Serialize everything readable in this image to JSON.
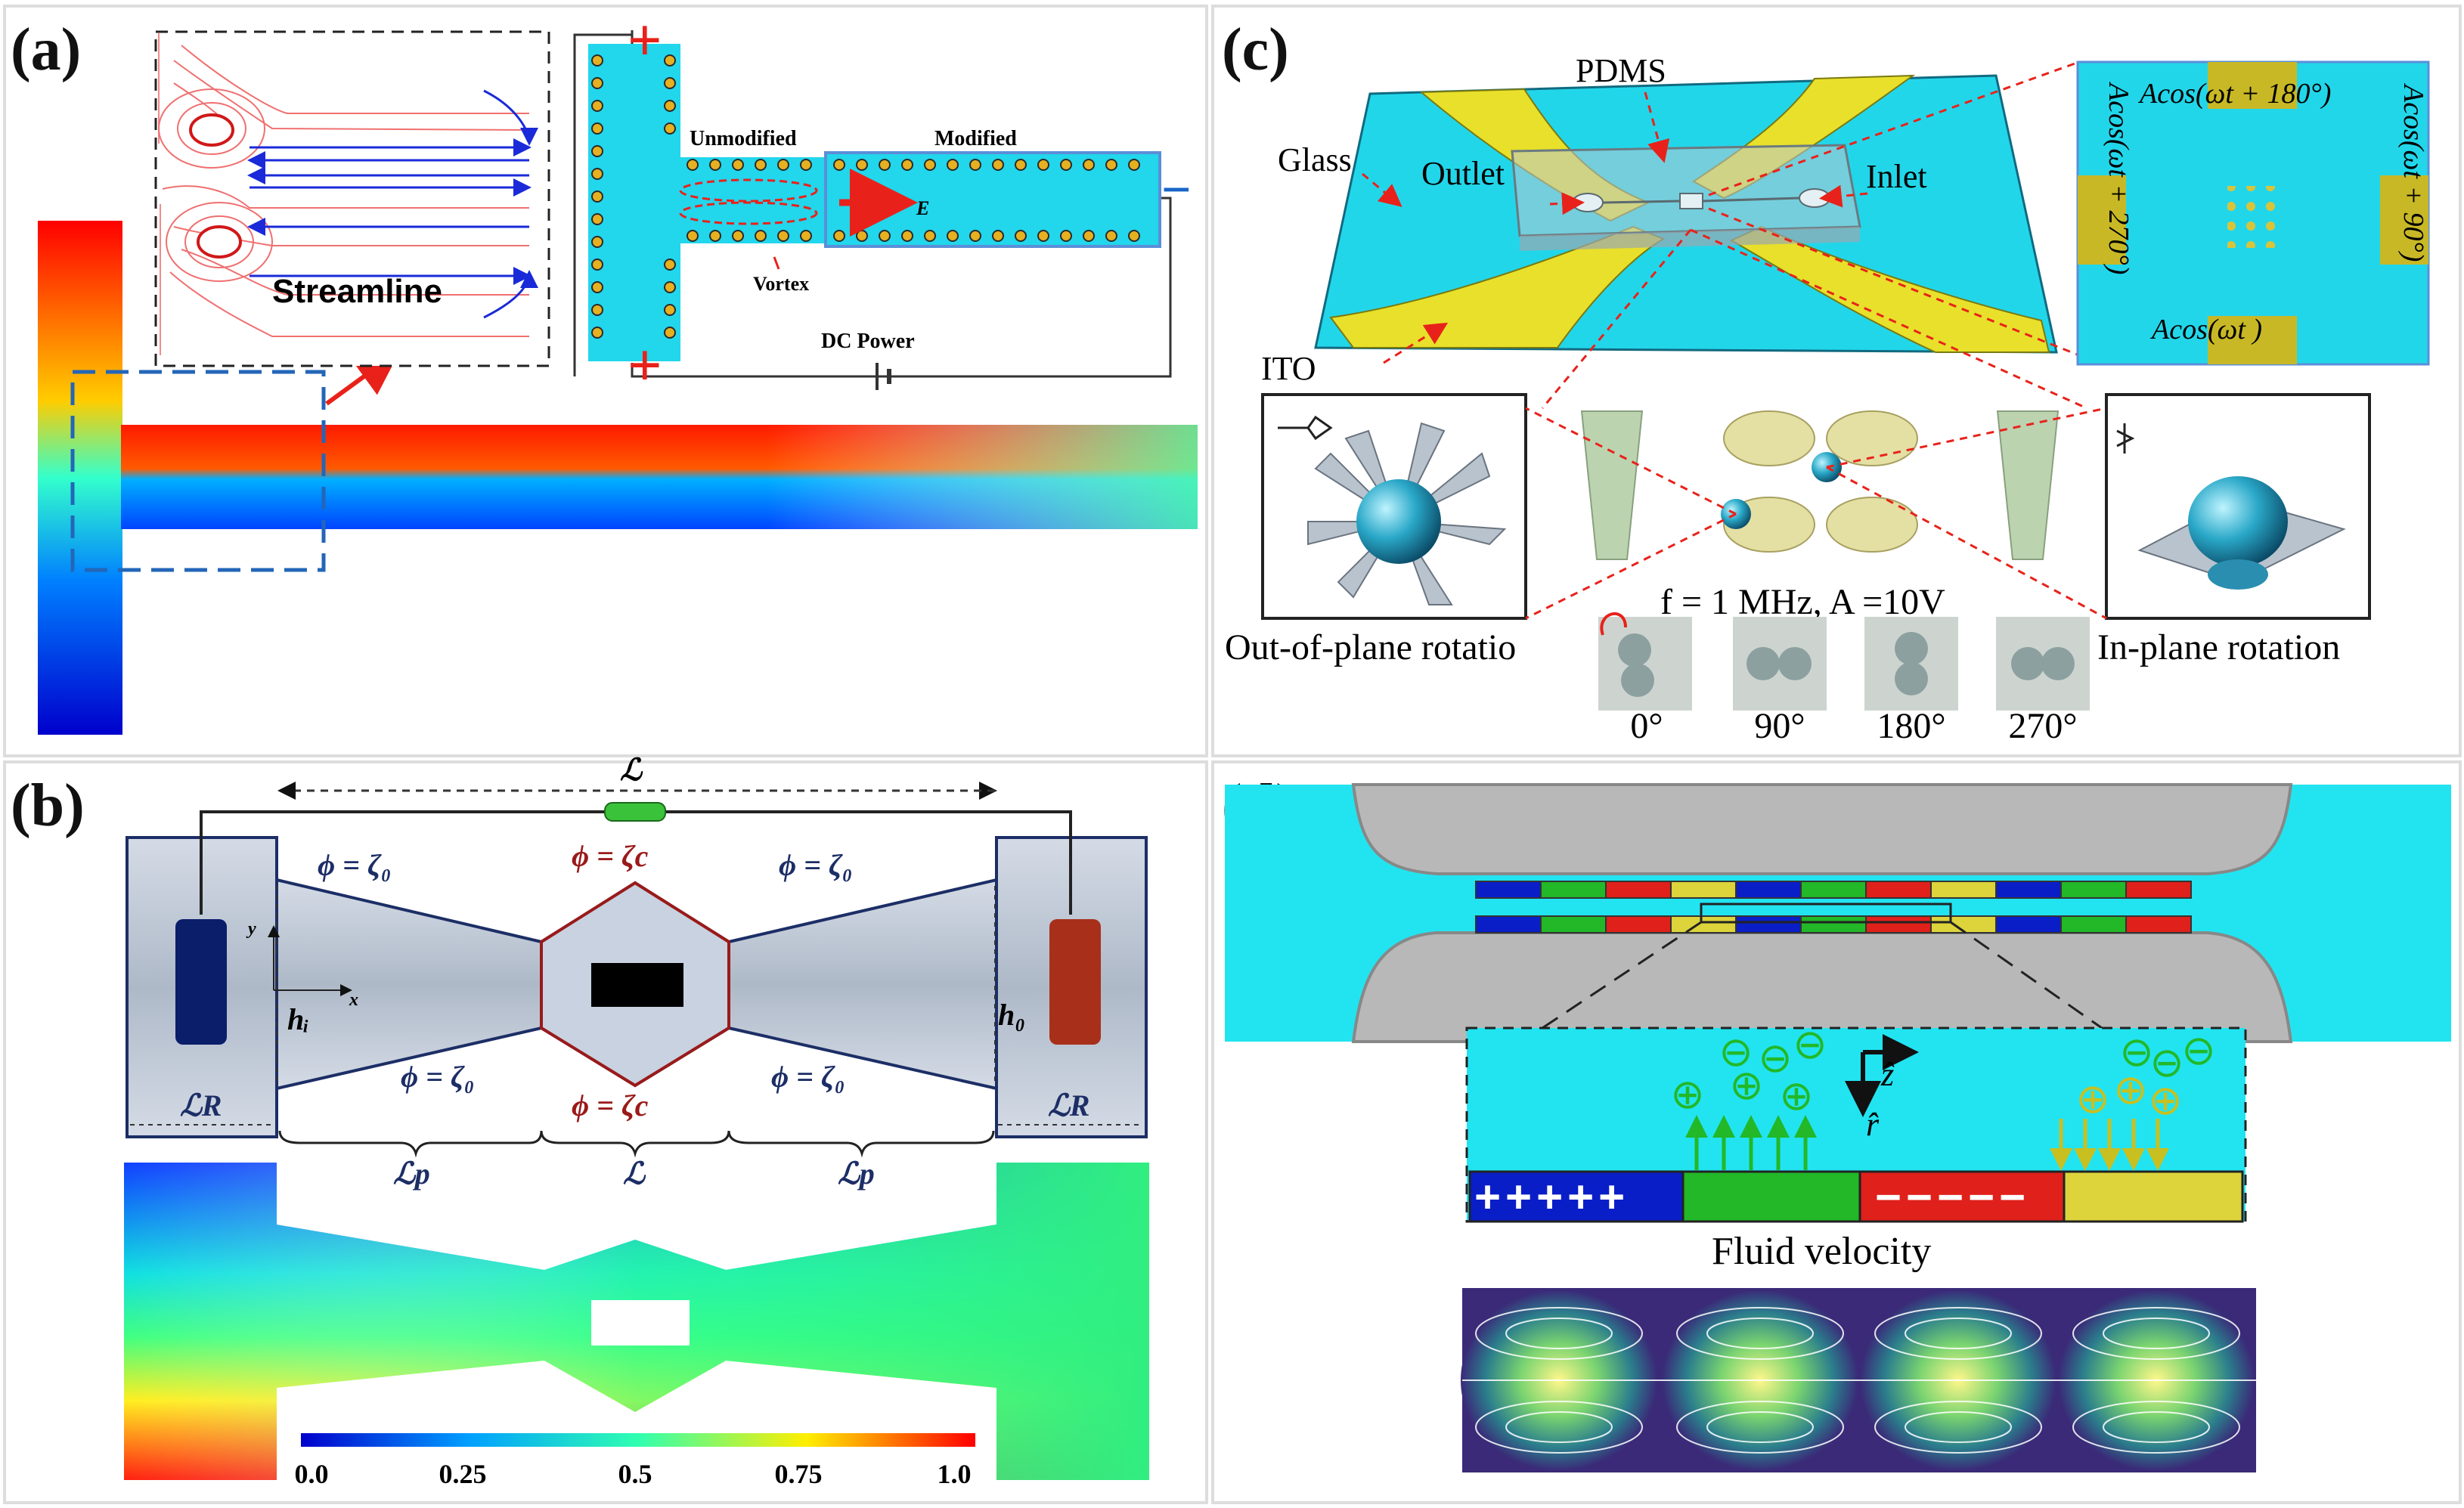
{
  "panels": {
    "a": {
      "letter": "(a)",
      "inset_streamline": "Streamline",
      "circuit": {
        "unmodified": "Unmodified",
        "modified": "Modified",
        "vortex": "Vortex",
        "field": "E",
        "power": "DC Power",
        "plus": "+",
        "minus": "−"
      }
    },
    "b": {
      "letter": "(b)",
      "length_total": "ℒ",
      "phi_wall": "ϕ = ζ₀",
      "phi_center": "ϕ = ζc",
      "h_in": "hᵢ",
      "h_out": "h₀",
      "reservoir": "ℒR",
      "pipe": "ℒp",
      "center": "ℒ",
      "axis_x": "x",
      "axis_y": "y",
      "colorbar_ticks": [
        "0.0",
        "0.25",
        "0.5",
        "0.75",
        "1.0"
      ]
    },
    "c": {
      "letter": "(c)",
      "pdms": "PDMS",
      "glass": "Glass",
      "outlet": "Outlet",
      "inlet": "Inlet",
      "ito": "ITO",
      "phase_top": "Acos(ωt + 180°)",
      "phase_right": "Acos(ωt + 90°)",
      "phase_left": "Acos(ωt + 270°)",
      "phase_bottom": "Acos(ωt )",
      "condition": "f = 1 MHz,  A =10V",
      "out_of_plane": "Out-of-plane rotatio",
      "in_plane": "In-plane rotation",
      "angles": [
        "0°",
        "90°",
        "180°",
        "270°"
      ]
    },
    "d": {
      "letter": "(d)",
      "z_axis": "ẑ",
      "r_axis": "r̂",
      "plus_signs": "+++++",
      "minus_signs": "−−−−−",
      "fluid_velocity": "Fluid velocity",
      "ion_minus": "⊖",
      "ion_plus": "⊕"
    }
  },
  "colors": {
    "cyan": "#00e5f0",
    "yellow": "#dcd43a",
    "red_electrode": "#e0201a",
    "blue_electrode": "#0a1ec8",
    "green_electrode": "#22b828",
    "border_red": "#9a1a1a",
    "navy": "#1c2e66"
  }
}
